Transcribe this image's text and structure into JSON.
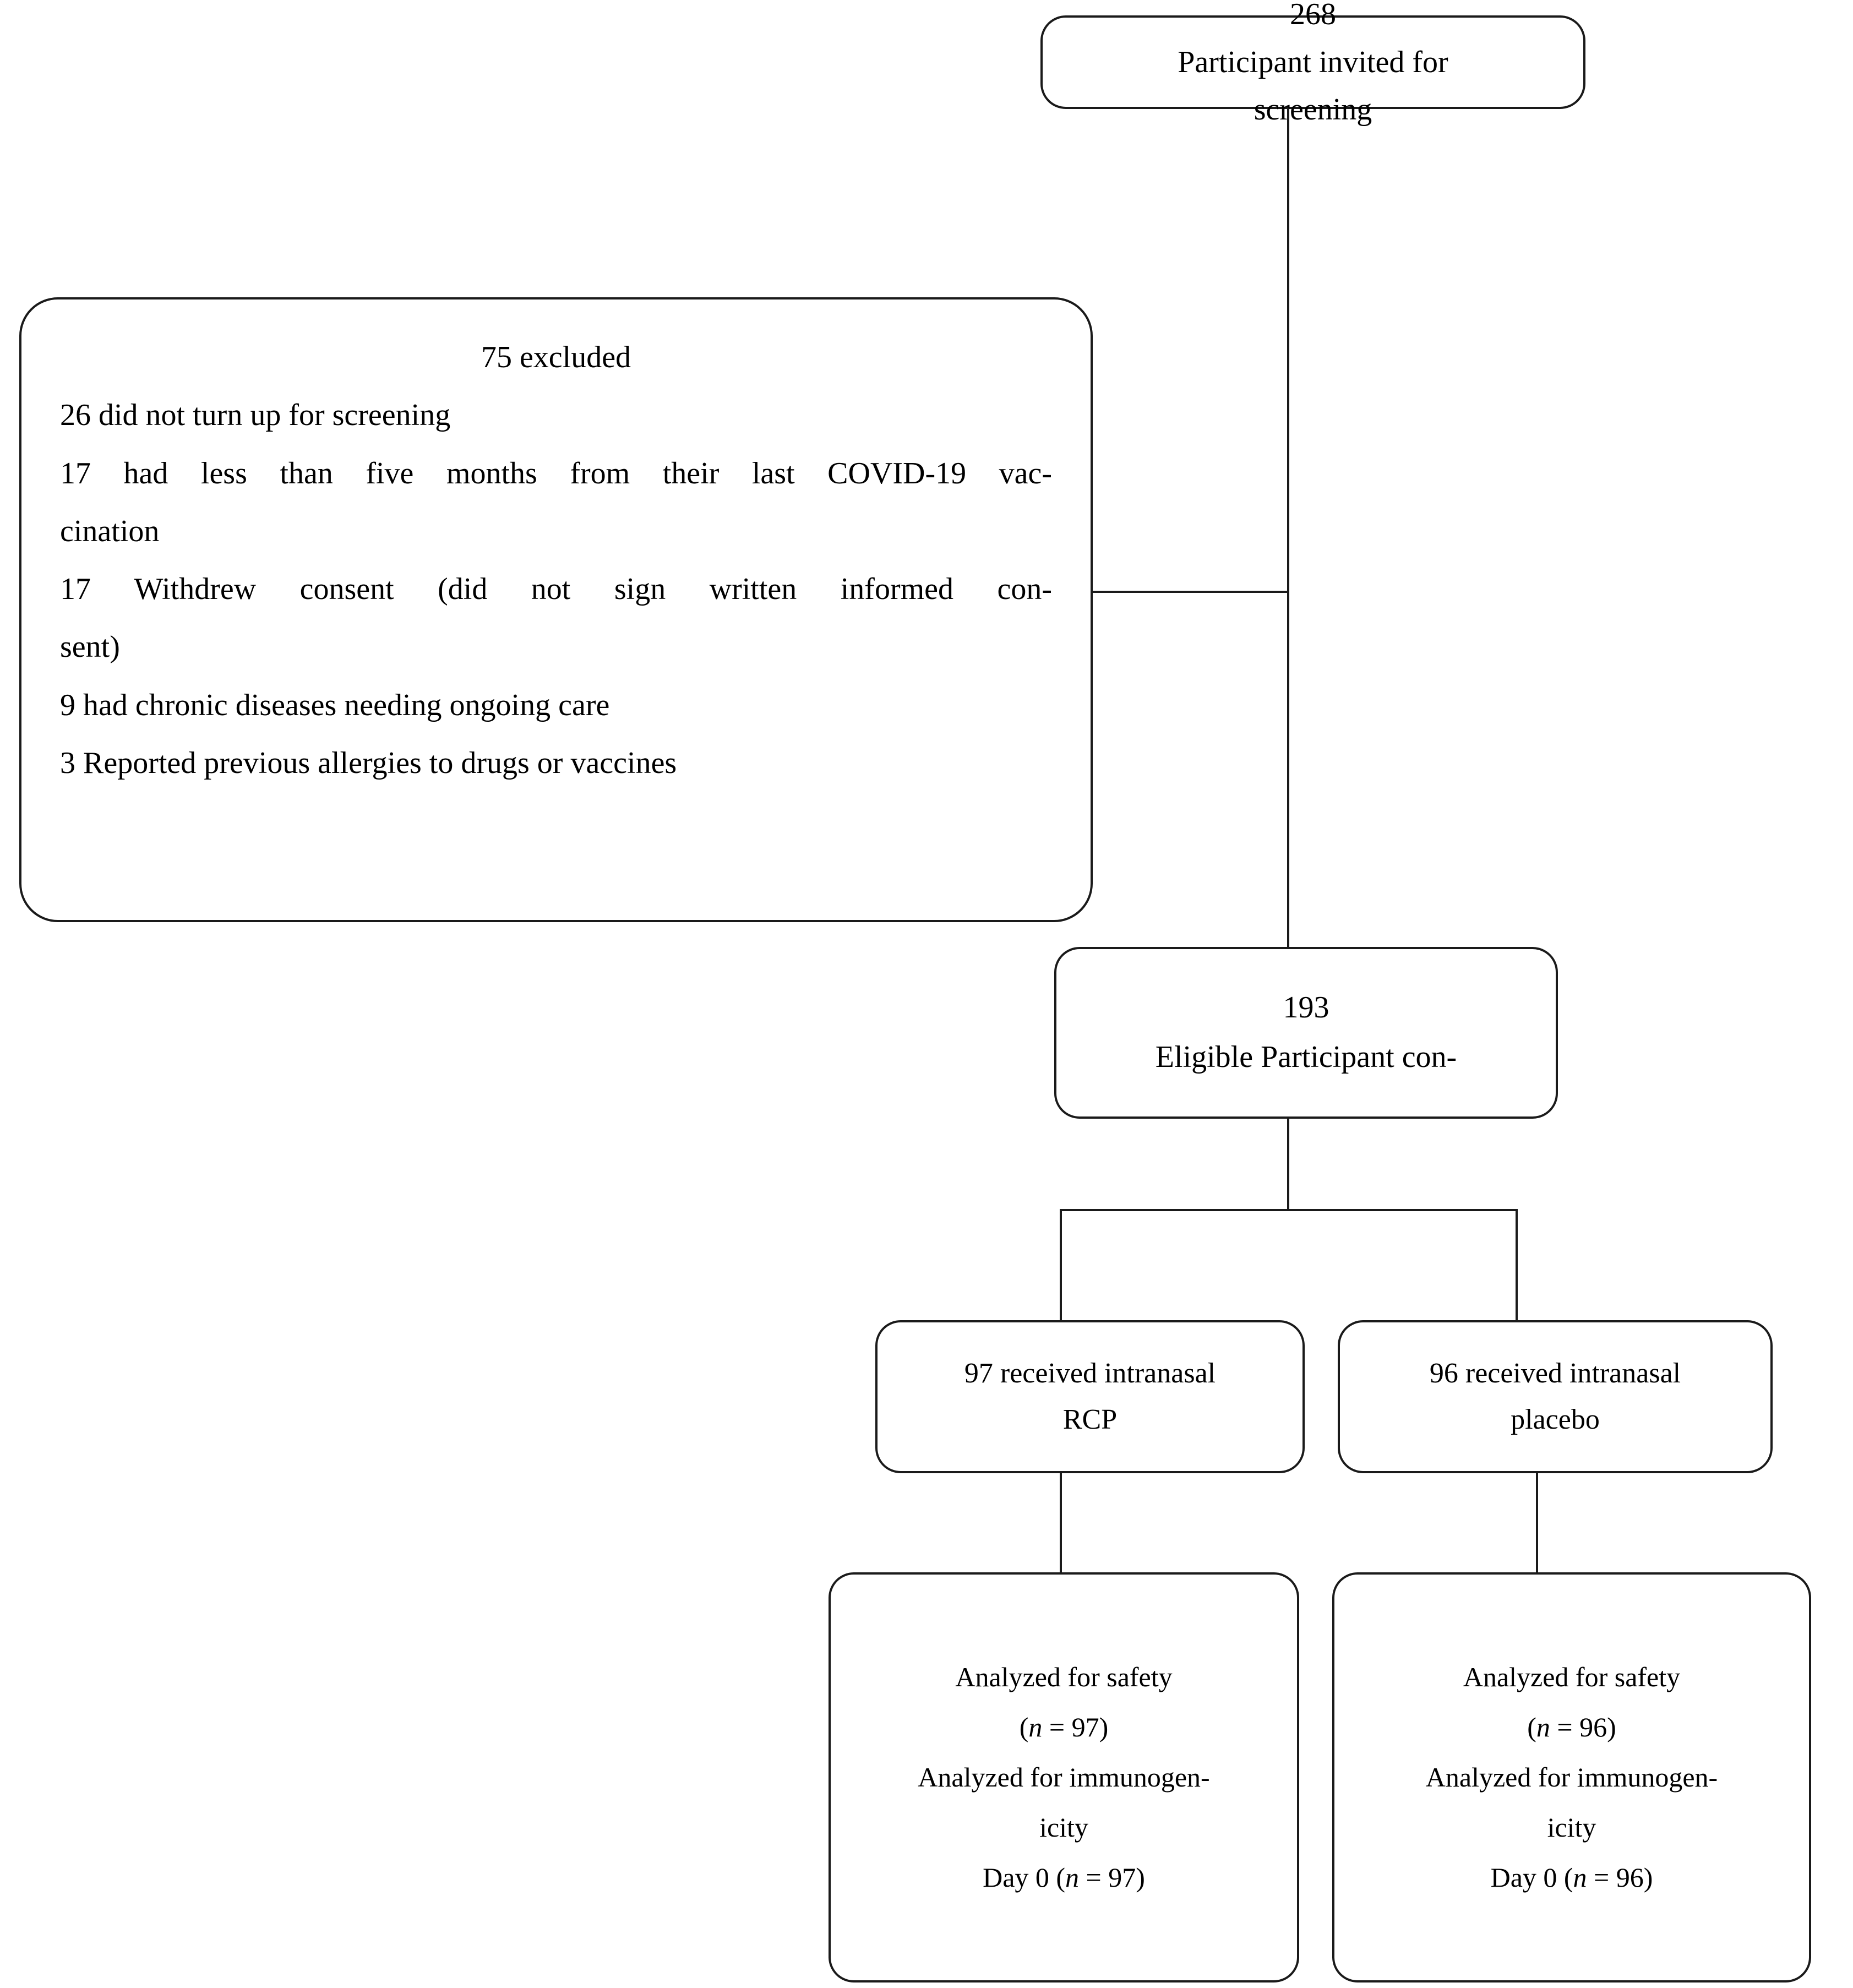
{
  "diagram": {
    "type": "consort-flow-diagram",
    "title": "CONSORT participant flow",
    "stroke_color": "#1a1a1a",
    "background_color": "#ffffff",
    "nodes": {
      "screening": {
        "lines": [
          "268",
          "Participant invited for",
          "screening"
        ]
      },
      "excluded": {
        "heading": "75 excluded",
        "items": [
          "26 did not turn up for screening",
          "17 had less than five months from their last COVID-19 vac-",
          "cination",
          "17 Withdrew consent (did not sign written informed con-",
          "sent)",
          "9 had chronic diseases needing ongoing care",
          "3 Reported previous allergies to drugs or vaccines"
        ]
      },
      "eligible": {
        "lines": [
          "193",
          "Eligible Participant con-"
        ]
      },
      "arm_rcp": {
        "lines": [
          "97 received intranasal",
          "RCP"
        ]
      },
      "arm_placebo": {
        "lines": [
          "96 received intranasal",
          "placebo"
        ]
      },
      "analysis_rcp": {
        "lines": [
          "Analyzed for safety",
          "(n = 97)",
          "Analyzed for immunogen-",
          "icity",
          "Day 0 (n = 97)"
        ]
      },
      "analysis_placebo": {
        "lines": [
          "Analyzed for safety",
          "(n = 96)",
          "Analyzed for immunogen-",
          "icity",
          "Day 0 (n = 96)"
        ]
      }
    },
    "counts": {
      "invited": 268,
      "excluded_total": 75,
      "excluded_no_show": 26,
      "excluded_recent_vaccination": 17,
      "excluded_withdrew_consent": 17,
      "excluded_chronic_disease": 9,
      "excluded_allergies": 3,
      "eligible_consented": 193,
      "arm_rcp_received": 97,
      "arm_placebo_received": 96,
      "analyzed_safety_rcp": 97,
      "analyzed_safety_placebo": 96,
      "analyzed_immunogenicity_day0_rcp": 97,
      "analyzed_immunogenicity_day0_placebo": 96
    }
  }
}
